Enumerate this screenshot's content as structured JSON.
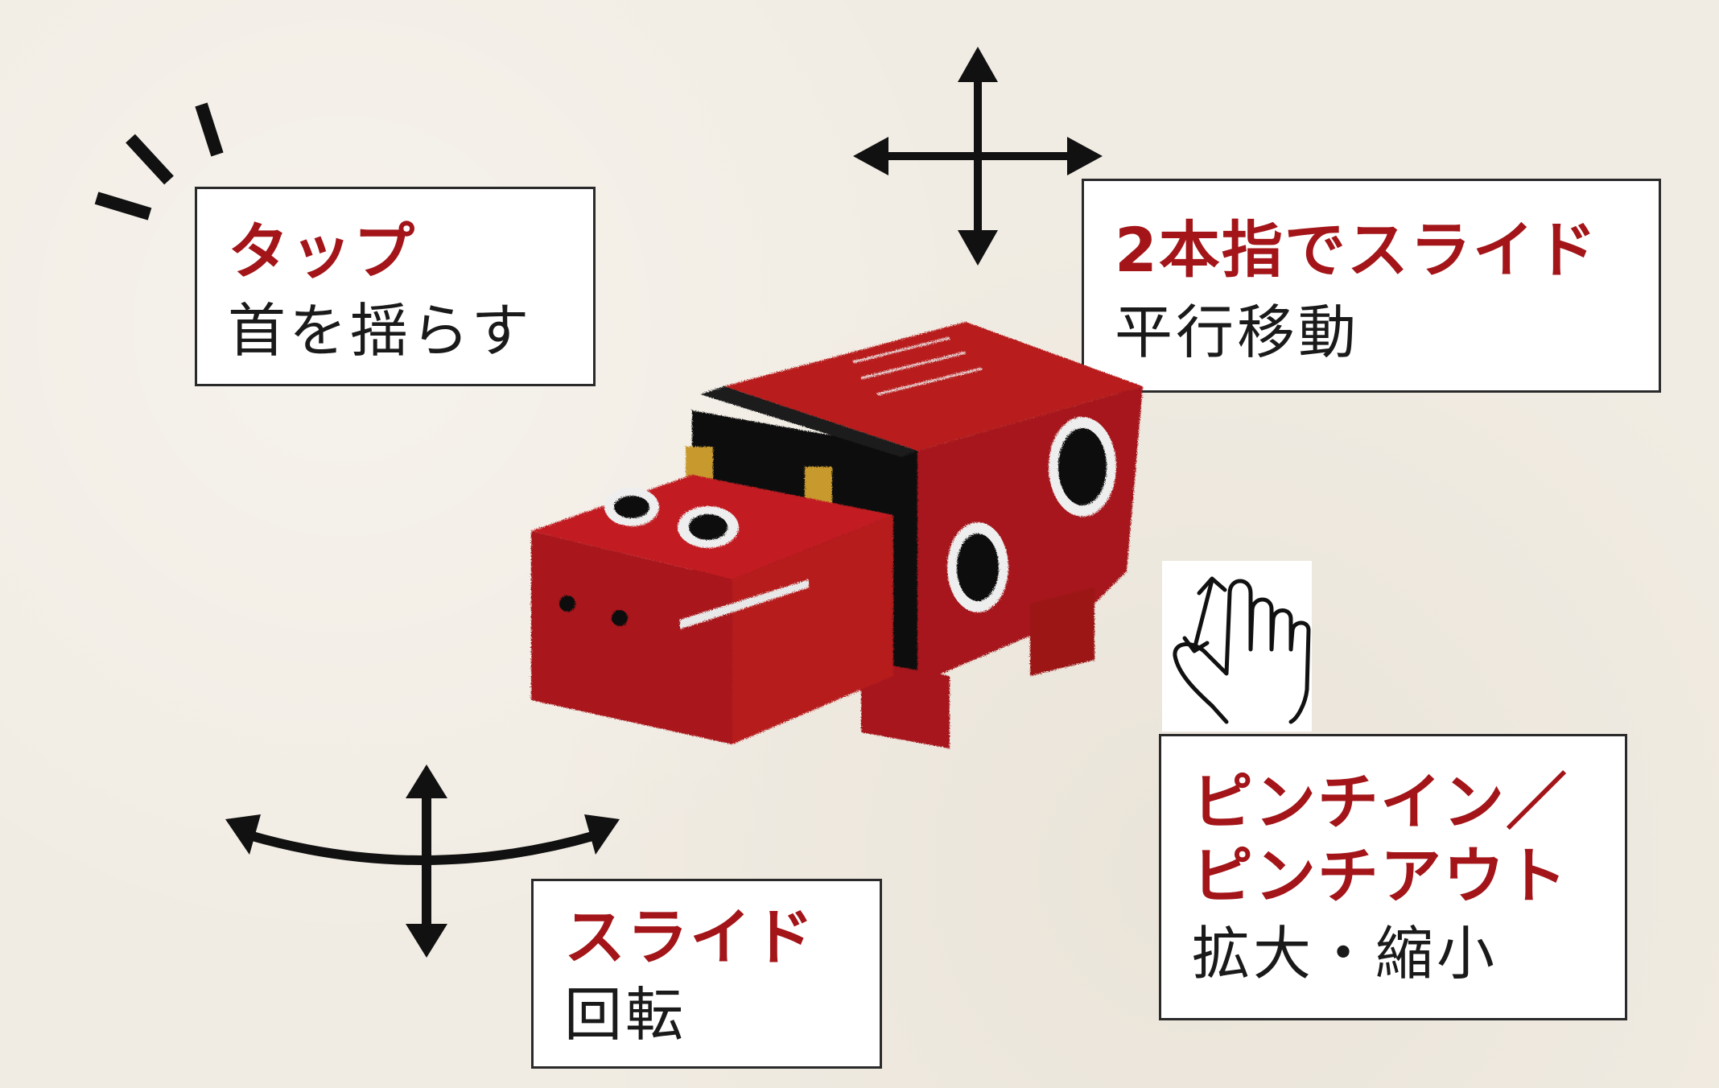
{
  "cards": {
    "tap": {
      "title": "タップ",
      "desc": "首を揺らす"
    },
    "two_finger": {
      "title": "2本指でスライド",
      "desc": "平行移動"
    },
    "slide": {
      "title": "スライド",
      "desc": "回転"
    },
    "pinch": {
      "title_line1": "ピンチイン／",
      "title_line2": "ピンチアウト",
      "desc": "拡大・縮小"
    }
  },
  "colors": {
    "background": "#f1ece3",
    "accent": "#a31519",
    "text": "#1a1a1a"
  },
  "icons": [
    "tap-lines-icon",
    "four-way-arrow-icon",
    "rotate-arrow-icon",
    "pinch-hand-icon"
  ]
}
